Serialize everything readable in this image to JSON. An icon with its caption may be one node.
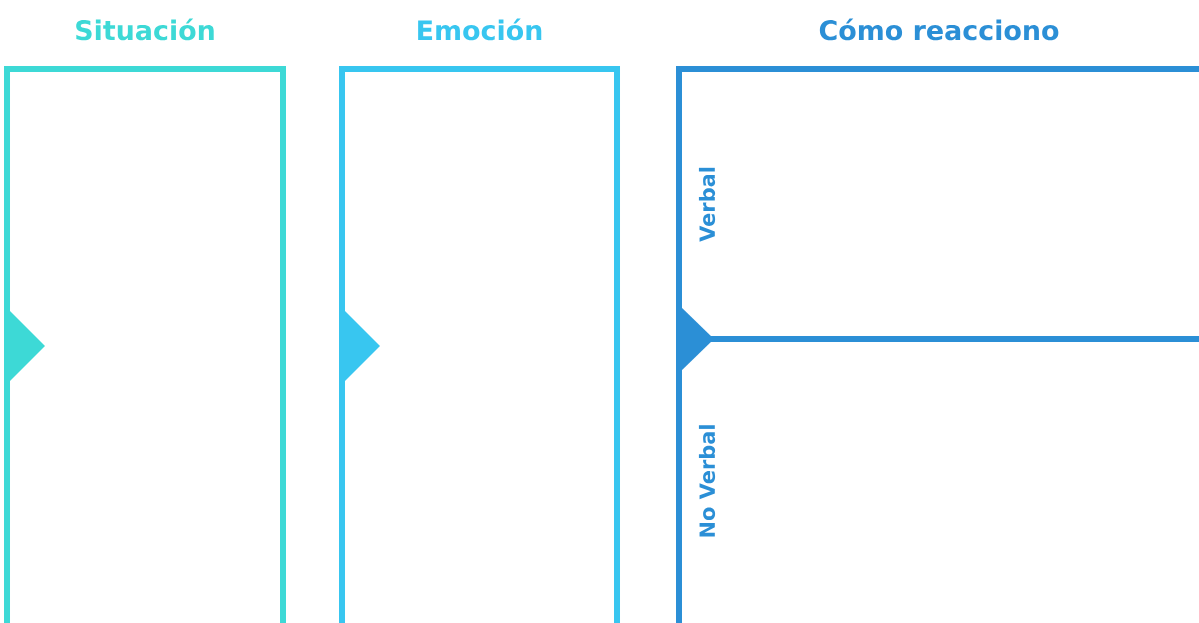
{
  "diagram": {
    "nodes": [
      {
        "text": [
          "Situación"
        ]
      },
      {
        "text": [
          "Emoción"
        ]
      },
      {
        "text": [
          "Cómo reacciono"
        ]
      },
      {
        "text": [
          "Verbal"
        ],
        "in": 2
      },
      {
        "text": [
          "No Verbal"
        ],
        "in": 2
      }
    ]
  }
}
